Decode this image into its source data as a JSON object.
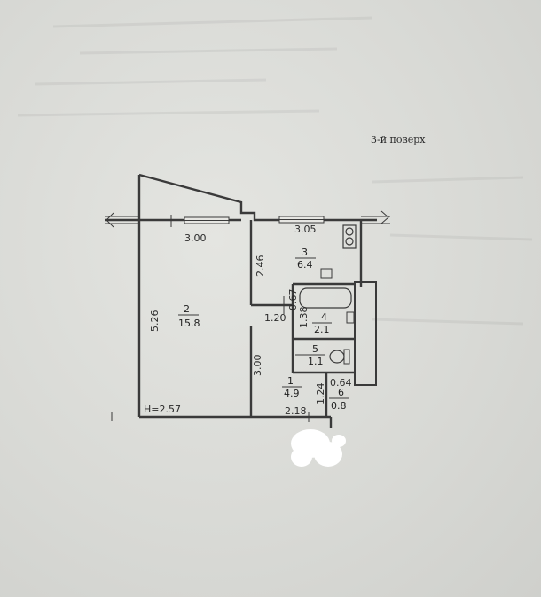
{
  "floor_label": "3-й поверх",
  "dimensions": {
    "d_3_00_top": "3.00",
    "d_3_05": "3.05",
    "d_2_46": "2.46",
    "d_5_26": "5.26",
    "d_0_67": "0.67",
    "d_1_20": "1.20",
    "d_1_38": "1.38",
    "d_3_00_side": "3.00",
    "d_0_64": "0.64",
    "d_1_24": "1.24",
    "d_2_18": "2.18",
    "height": "H=2.57"
  },
  "rooms": [
    {
      "number": "2",
      "area": "15.8"
    },
    {
      "number": "3",
      "area": "6.4"
    },
    {
      "number": "4",
      "area": "2.1"
    },
    {
      "number": "5",
      "area": "1.1"
    },
    {
      "number": "1",
      "area": "4.9"
    },
    {
      "number": "6",
      "area": "0.8"
    }
  ]
}
